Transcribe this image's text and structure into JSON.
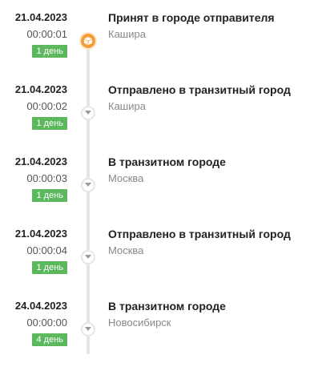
{
  "events": [
    {
      "date": "21.04.2023",
      "time": "00:00:01",
      "duration": "1 день",
      "title": "Принят в городе отправителя",
      "city": "Кашира",
      "icon": "box-icon",
      "accent": "#f59b38"
    },
    {
      "date": "21.04.2023",
      "time": "00:00:02",
      "duration": "1 день",
      "title": "Отправлено в транзитный город",
      "city": "Кашира",
      "icon": "chevron-down-icon"
    },
    {
      "date": "21.04.2023",
      "time": "00:00:03",
      "duration": "1 день",
      "title": "В транзитном городе",
      "city": "Москва",
      "icon": "chevron-down-icon"
    },
    {
      "date": "21.04.2023",
      "time": "00:00:04",
      "duration": "1 день",
      "title": "Отправлено в транзитный город",
      "city": "Москва",
      "icon": "chevron-down-icon"
    },
    {
      "date": "24.04.2023",
      "time": "00:00:00",
      "duration": "4 день",
      "title": "В транзитном городе",
      "city": "Новосибирск",
      "icon": "chevron-down-icon"
    }
  ],
  "colors": {
    "badge": "#5cb85c",
    "track": "#e6e6e6",
    "active_marker": "#f59b38"
  }
}
